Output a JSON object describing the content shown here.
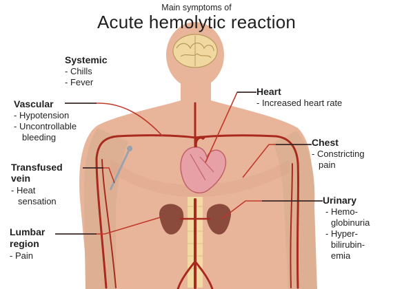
{
  "header": {
    "subtitle": "Main symptoms of",
    "title": "Acute hemolytic reaction"
  },
  "labels": {
    "systemic": {
      "heading": "Systemic",
      "items": [
        "- Chills",
        "- Fever"
      ]
    },
    "vascular": {
      "heading": "Vascular",
      "items": [
        "- Hypotension",
        "- Uncontrollable",
        "bleeding"
      ]
    },
    "heart": {
      "heading": "Heart",
      "items": [
        "- Increased heart rate"
      ]
    },
    "chest": {
      "heading": "Chest",
      "items": [
        "- Constricting",
        "pain"
      ]
    },
    "transfused": {
      "heading": [
        "Transfused",
        "vein"
      ],
      "items": [
        "- Heat",
        "sensation"
      ]
    },
    "urinary": {
      "heading": "Urinary",
      "items": [
        "- Hemo-",
        "globinuria",
        "- Hyper-",
        "bilirubin-",
        "emia"
      ]
    },
    "lumbar": {
      "heading": [
        "Lumbar",
        "region"
      ],
      "items": [
        "- Pain"
      ]
    }
  },
  "colors": {
    "skin": "#e8b59a",
    "skin_shadow": "#d9a086",
    "vessel": "#a8291e",
    "kidney": "#8a4a3c",
    "spine": "#f3dfa3",
    "brain": "#f1d7a0",
    "heart": "#e7a0a6",
    "pointer": "#c0372a"
  }
}
